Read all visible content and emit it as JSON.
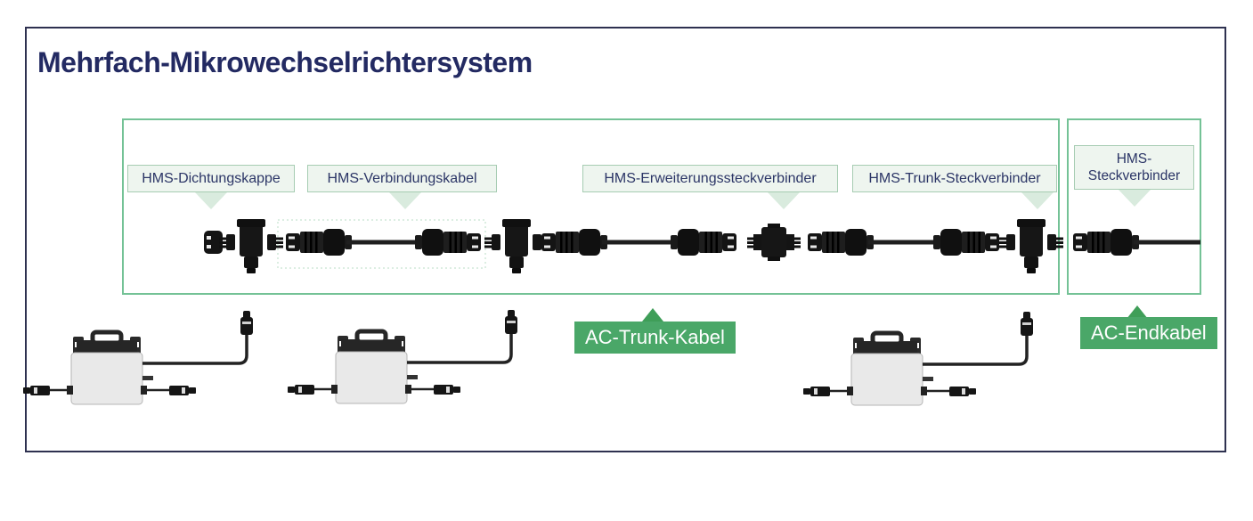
{
  "diagram": {
    "title": "Mehrfach-Mikrowechselrichtersystem",
    "component_labels": [
      "HMS-Dichtungskappe",
      "HMS-Verbindungskabel",
      "HMS-Erweiterungssteckverbinder",
      "HMS-Trunk-Steckverbinder",
      "HMS-Steckverbinder"
    ],
    "cable_labels": {
      "trunk": "AC-Trunk-Kabel",
      "end": "AC-Endkabel"
    },
    "colors": {
      "title_text": "#232a62",
      "frame_border": "#2e3150",
      "group_box_border": "#74c296",
      "component_label_bg": "#eef5ef",
      "component_label_border": "#a6ccb2",
      "component_label_text": "#2b3566",
      "pointer_fill": "#d9ebde",
      "badge_bg": "#4aa768",
      "badge_arrow": "#3f9e58",
      "badge_text": "#ffffff",
      "connector_color": "#1a1a1a",
      "inverter_body": "#e9e9e9"
    }
  }
}
